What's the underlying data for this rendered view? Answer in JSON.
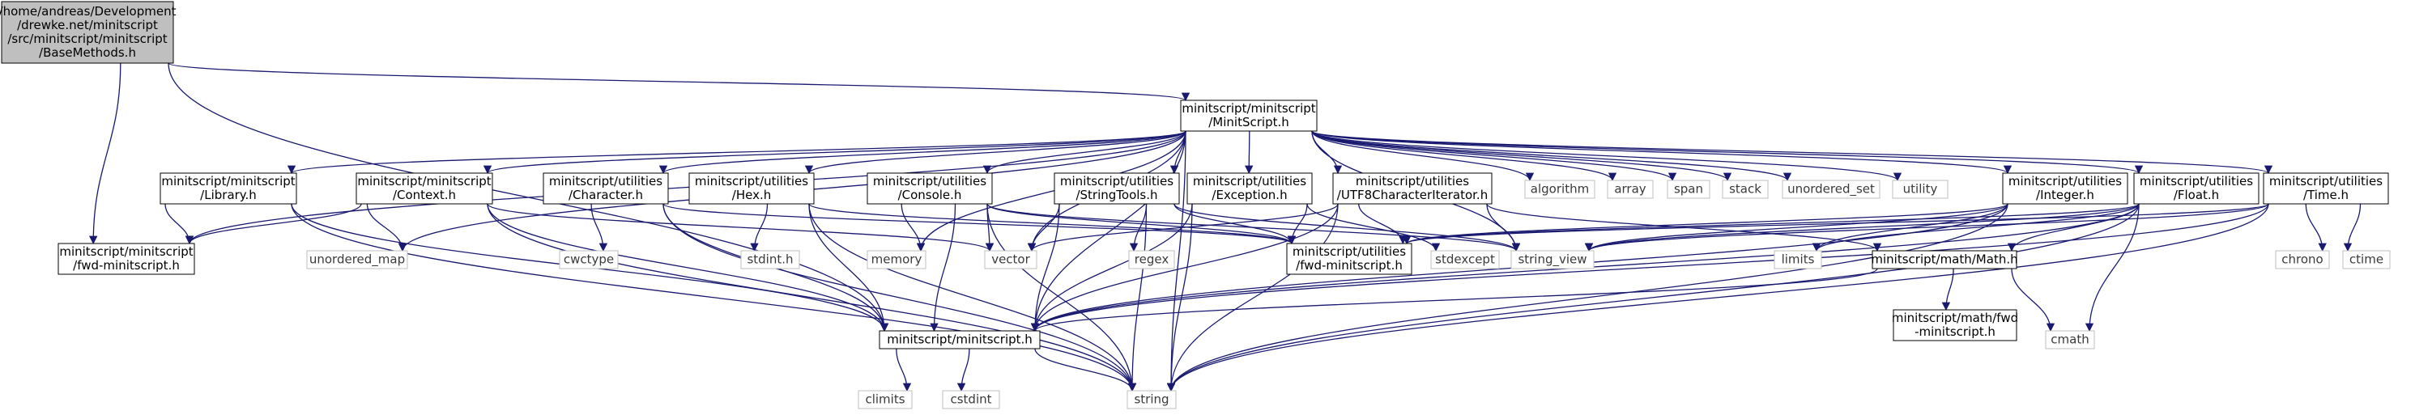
{
  "diagram": {
    "colors": {
      "edge": "#191970",
      "root_fill": "#bfbfbf",
      "node_border": "#000000",
      "external_border": "#bfbfbf",
      "background": "#ffffff"
    },
    "nodes": [
      {
        "id": "base",
        "lines": [
          "/home/andreas/Development",
          "/drewke.net/minitscript",
          "/src/minitscript/minitscript",
          "/BaseMethods.h"
        ],
        "kind": "root"
      },
      {
        "id": "minit",
        "lines": [
          "minitscript/minitscript",
          "/MinitScript.h"
        ],
        "kind": "documented"
      },
      {
        "id": "library",
        "lines": [
          "minitscript/minitscript",
          "/Library.h"
        ],
        "kind": "documented"
      },
      {
        "id": "context",
        "lines": [
          "minitscript/minitscript",
          "/Context.h"
        ],
        "kind": "documented"
      },
      {
        "id": "character",
        "lines": [
          "minitscript/utilities",
          "/Character.h"
        ],
        "kind": "documented"
      },
      {
        "id": "hex",
        "lines": [
          "minitscript/utilities",
          "/Hex.h"
        ],
        "kind": "documented"
      },
      {
        "id": "console",
        "lines": [
          "minitscript/utilities",
          "/Console.h"
        ],
        "kind": "documented"
      },
      {
        "id": "stringtools",
        "lines": [
          "minitscript/utilities",
          "/StringTools.h"
        ],
        "kind": "documented"
      },
      {
        "id": "exception",
        "lines": [
          "minitscript/utilities",
          "/Exception.h"
        ],
        "kind": "documented"
      },
      {
        "id": "utf8",
        "lines": [
          "minitscript/utilities",
          "/UTF8CharacterIterator.h"
        ],
        "kind": "documented"
      },
      {
        "id": "integer",
        "lines": [
          "minitscript/utilities",
          "/Integer.h"
        ],
        "kind": "documented"
      },
      {
        "id": "float",
        "lines": [
          "minitscript/utilities",
          "/Float.h"
        ],
        "kind": "documented"
      },
      {
        "id": "time",
        "lines": [
          "minitscript/utilities",
          "/Time.h"
        ],
        "kind": "documented"
      },
      {
        "id": "fwdmin",
        "lines": [
          "minitscript/minitscript",
          "/fwd-minitscript.h"
        ],
        "kind": "documented"
      },
      {
        "id": "fwdutil",
        "lines": [
          "minitscript/utilities",
          "/fwd-minitscript.h"
        ],
        "kind": "documented"
      },
      {
        "id": "minith",
        "lines": [
          "minitscript/minitscript.h"
        ],
        "kind": "documented"
      },
      {
        "id": "math",
        "lines": [
          "minitscript/math/Math.h"
        ],
        "kind": "documented"
      },
      {
        "id": "mathfwd",
        "lines": [
          "minitscript/math/fwd",
          "-minitscript.h"
        ],
        "kind": "documented"
      },
      {
        "id": "algorithm",
        "lines": [
          "algorithm"
        ],
        "kind": "external"
      },
      {
        "id": "array",
        "lines": [
          "array"
        ],
        "kind": "external"
      },
      {
        "id": "span",
        "lines": [
          "span"
        ],
        "kind": "external"
      },
      {
        "id": "stack",
        "lines": [
          "stack"
        ],
        "kind": "external"
      },
      {
        "id": "uset",
        "lines": [
          "unordered_set"
        ],
        "kind": "external"
      },
      {
        "id": "utility",
        "lines": [
          "utility"
        ],
        "kind": "external"
      },
      {
        "id": "umap",
        "lines": [
          "unordered_map"
        ],
        "kind": "external"
      },
      {
        "id": "cwctype",
        "lines": [
          "cwctype"
        ],
        "kind": "external"
      },
      {
        "id": "stdint",
        "lines": [
          "stdint.h"
        ],
        "kind": "external"
      },
      {
        "id": "memory",
        "lines": [
          "memory"
        ],
        "kind": "external"
      },
      {
        "id": "vector",
        "lines": [
          "vector"
        ],
        "kind": "external"
      },
      {
        "id": "regex",
        "lines": [
          "regex"
        ],
        "kind": "external"
      },
      {
        "id": "stdexcept",
        "lines": [
          "stdexcept"
        ],
        "kind": "external"
      },
      {
        "id": "stringview",
        "lines": [
          "string_view"
        ],
        "kind": "external"
      },
      {
        "id": "limits",
        "lines": [
          "limits"
        ],
        "kind": "external"
      },
      {
        "id": "cmath",
        "lines": [
          "cmath"
        ],
        "kind": "external"
      },
      {
        "id": "chrono",
        "lines": [
          "chrono"
        ],
        "kind": "external"
      },
      {
        "id": "ctime",
        "lines": [
          "ctime"
        ],
        "kind": "external"
      },
      {
        "id": "climits",
        "lines": [
          "climits"
        ],
        "kind": "external"
      },
      {
        "id": "cstdint",
        "lines": [
          "cstdint"
        ],
        "kind": "external"
      },
      {
        "id": "string",
        "lines": [
          "string"
        ],
        "kind": "external"
      }
    ],
    "edges": [
      [
        "base",
        "minit"
      ],
      [
        "base",
        "fwdmin"
      ],
      [
        "base",
        "minith"
      ],
      [
        "minit",
        "library"
      ],
      [
        "minit",
        "context"
      ],
      [
        "minit",
        "character"
      ],
      [
        "minit",
        "hex"
      ],
      [
        "minit",
        "console"
      ],
      [
        "minit",
        "stringtools"
      ],
      [
        "minit",
        "exception"
      ],
      [
        "minit",
        "utf8"
      ],
      [
        "minit",
        "integer"
      ],
      [
        "minit",
        "float"
      ],
      [
        "minit",
        "time"
      ],
      [
        "minit",
        "algorithm"
      ],
      [
        "minit",
        "array"
      ],
      [
        "minit",
        "span"
      ],
      [
        "minit",
        "stack"
      ],
      [
        "minit",
        "uset"
      ],
      [
        "minit",
        "utility"
      ],
      [
        "minit",
        "umap"
      ],
      [
        "minit",
        "memory"
      ],
      [
        "minit",
        "vector"
      ],
      [
        "minit",
        "stringview"
      ],
      [
        "minit",
        "string"
      ],
      [
        "minit",
        "fwdmin"
      ],
      [
        "minit",
        "minith"
      ],
      [
        "library",
        "fwdmin"
      ],
      [
        "library",
        "minith"
      ],
      [
        "library",
        "string"
      ],
      [
        "context",
        "fwdmin"
      ],
      [
        "context",
        "umap"
      ],
      [
        "context",
        "minith"
      ],
      [
        "context",
        "vector"
      ],
      [
        "context",
        "string"
      ],
      [
        "character",
        "cwctype"
      ],
      [
        "character",
        "minith"
      ],
      [
        "character",
        "string"
      ],
      [
        "character",
        "fwdutil"
      ],
      [
        "hex",
        "stdint"
      ],
      [
        "hex",
        "minith"
      ],
      [
        "hex",
        "string"
      ],
      [
        "hex",
        "fwdutil"
      ],
      [
        "console",
        "memory"
      ],
      [
        "console",
        "vector"
      ],
      [
        "console",
        "minith"
      ],
      [
        "console",
        "string"
      ],
      [
        "console",
        "fwdutil"
      ],
      [
        "console",
        "stringview"
      ],
      [
        "stringtools",
        "regex"
      ],
      [
        "stringtools",
        "vector"
      ],
      [
        "stringtools",
        "minith"
      ],
      [
        "stringtools",
        "string"
      ],
      [
        "stringtools",
        "fwdutil"
      ],
      [
        "stringtools",
        "stringview"
      ],
      [
        "exception",
        "stdexcept"
      ],
      [
        "exception",
        "minith"
      ],
      [
        "exception",
        "fwdutil"
      ],
      [
        "exception",
        "string"
      ],
      [
        "utf8",
        "vector"
      ],
      [
        "utf8",
        "minith"
      ],
      [
        "utf8",
        "string"
      ],
      [
        "utf8",
        "fwdutil"
      ],
      [
        "utf8",
        "stringview"
      ],
      [
        "utf8",
        "math"
      ],
      [
        "integer",
        "limits"
      ],
      [
        "integer",
        "minith"
      ],
      [
        "integer",
        "string"
      ],
      [
        "integer",
        "fwdutil"
      ],
      [
        "integer",
        "stringview"
      ],
      [
        "float",
        "limits"
      ],
      [
        "float",
        "cmath"
      ],
      [
        "float",
        "minith"
      ],
      [
        "float",
        "string"
      ],
      [
        "float",
        "fwdutil"
      ],
      [
        "float",
        "stringview"
      ],
      [
        "float",
        "math"
      ],
      [
        "time",
        "chrono"
      ],
      [
        "time",
        "ctime"
      ],
      [
        "time",
        "minith"
      ],
      [
        "time",
        "string"
      ],
      [
        "time",
        "fwdutil"
      ],
      [
        "time",
        "stringview"
      ],
      [
        "math",
        "cmath"
      ],
      [
        "math",
        "mathfwd"
      ],
      [
        "math",
        "minith"
      ],
      [
        "minith",
        "climits"
      ],
      [
        "minith",
        "cstdint"
      ],
      [
        "minith",
        "string"
      ]
    ]
  }
}
